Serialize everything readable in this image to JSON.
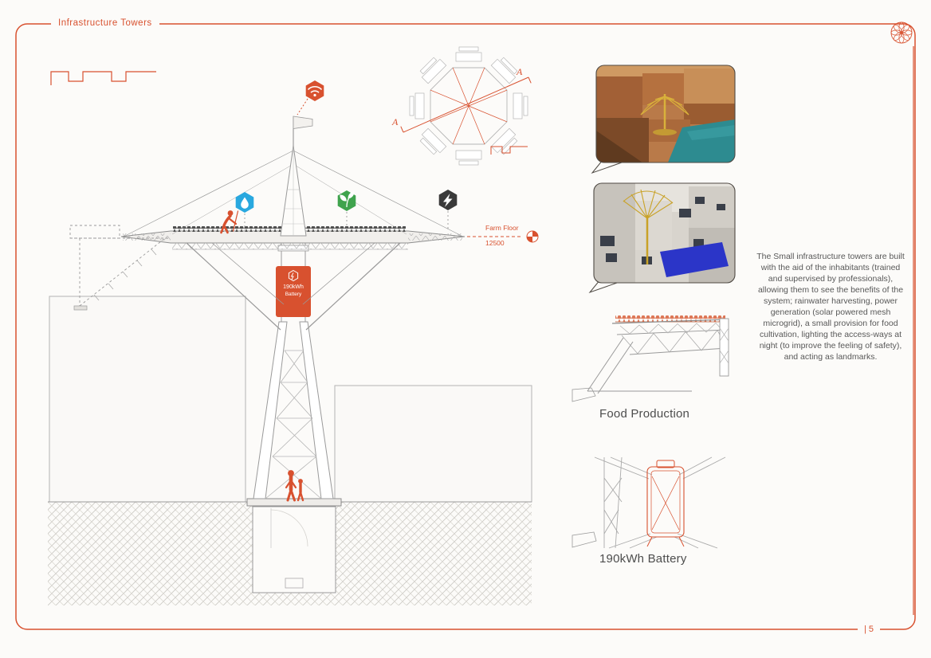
{
  "header": {
    "title": "Infrastructure Towers"
  },
  "logo": {
    "icon": "rosette-icon"
  },
  "plan_view": {
    "section_letter": "A",
    "icon": "octagon-plan"
  },
  "tower": {
    "battery_box": {
      "capacity": "190kWh",
      "label": "Battery",
      "icon": "battery-hex-icon"
    },
    "farm_floor": {
      "label": "Farm Floor",
      "elevation": "12500",
      "marker_icon": "section-marker-icon"
    },
    "icons": [
      {
        "name": "signal-hex-icon",
        "color": "#d8512f"
      },
      {
        "name": "water-drop-hex-icon",
        "color": "#29a8df"
      },
      {
        "name": "plant-hex-icon",
        "color": "#3fa34d"
      },
      {
        "name": "lightning-hex-icon",
        "color": "#3a3a3a"
      }
    ]
  },
  "sidebar": {
    "renders": [
      {
        "name": "tower-render-desert"
      },
      {
        "name": "tower-render-city"
      }
    ],
    "details": [
      {
        "label": "Food Production"
      },
      {
        "label": "190kWh Battery"
      }
    ],
    "description": "The Small infrastructure towers are built with the aid of the inhabitants (trained and supervised by professionals), allowing them to see the benefits of the system; rainwater harvesting, power generation (solar powered mesh microgrid), a small provision for food cultivation, lighting the access-ways at night (to improve the feeling of safety), and acting as landmarks."
  },
  "footer": {
    "page_number": "| 5"
  },
  "colors": {
    "accent": "#d8512f",
    "water": "#29a8df",
    "plant": "#3fa34d",
    "power": "#3a3a3a"
  }
}
